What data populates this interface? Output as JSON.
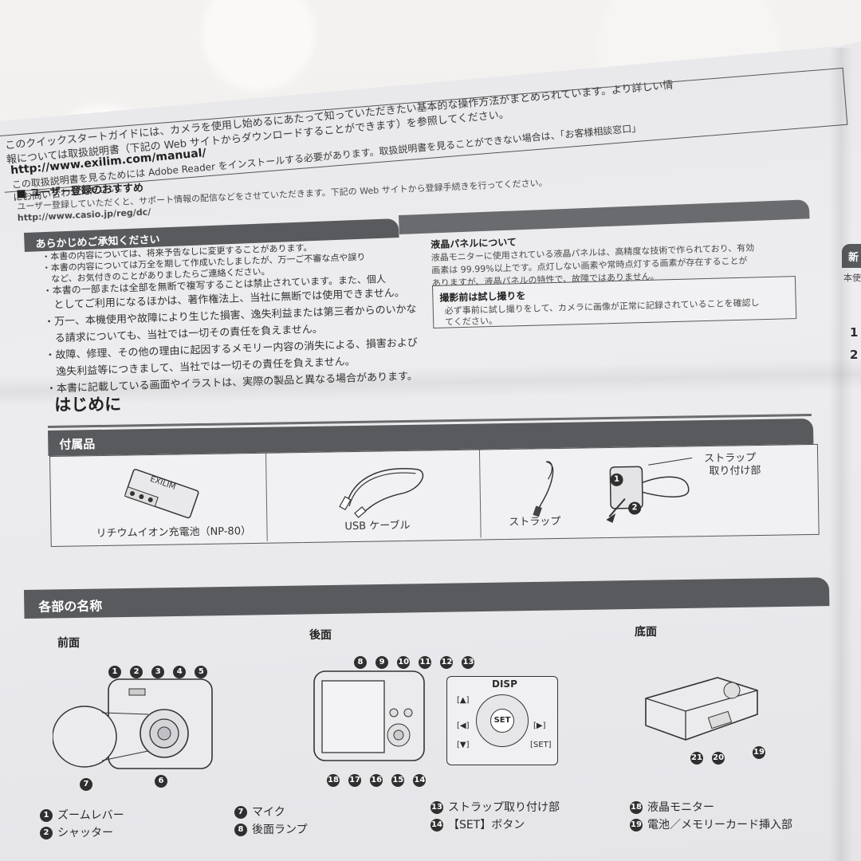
{
  "intro": {
    "line1": "このクイックスタートガイドには、カメラを使用し始めるにあたって知っていただきたい基本的な操作方法がまとめられています。より詳しい情",
    "line2": "報については取扱説明書（下記の Web サイトからダウンロードすることができます）を参照してください。",
    "url": "http://www.exilim.com/manual/",
    "line3": "この取扱説明書を見るためには Adobe Reader をインストールする必要があります。取扱説明書を見ることができない場合は、「お客様相談窓口」",
    "line4": "にお問い合わせください。"
  },
  "registration": {
    "title": "■ ユーザー登録のおすすめ",
    "body": "ユーザー登録していただくと、サポート情報の配信などをさせていただきます。下記の Web サイトから登録手続きを行ってください。",
    "url": "http://www.casio.jp/reg/dc/"
  },
  "notice": {
    "title": "あらかじめご承知ください",
    "items": [
      "・本書の内容については、将来予告なしに変更することがあります。",
      "・本書の内容については万全を期して作成いたしましたが、万一ご不審な点や誤り",
      "　など、お気付きのことがありましたらご連絡ください。",
      "・本書の一部または全部を無断で複写することは禁止されています。また、個人",
      "　としてご利用になるほかは、著作権法上、当社に無断では使用できません。",
      "・万一、本機使用や故障により生じた損害、逸失利益または第三者からのいかな",
      "　る請求についても、当社では一切その責任を負えません。",
      "・故障、修理、その他の理由に起因するメモリー内容の消失による、損害および",
      "　逸失利益等につきまして、当社では一切その責任を負えません。",
      "・本書に記載している画面やイラストは、実際の製品と異なる場合があります。"
    ]
  },
  "lcd": {
    "title": "液晶パネルについて",
    "body1": "液晶モニターに使用されている液晶パネルは、高精度な技術で作られており、有効",
    "body2": "画素は 99.99%以上です。点灯しない画素や常時点灯する画素が存在することが",
    "body3": "ありますが、液晶パネルの特性で、故障ではありません。"
  },
  "trial": {
    "title": "撮影前は試し撮りを",
    "body1": "必ず事前に試し撮りをして、カメラに画像が正常に記録されていることを確認し",
    "body2": "てください。"
  },
  "intro_section": {
    "title": "はじめに"
  },
  "accessories": {
    "title": "付属品",
    "battery": "リチウムイオン充電池（NP-80）",
    "battery_brand": "EXILIM",
    "usb": "USB ケーブル",
    "strap": "ストラップ",
    "strap_attach": "ストラップ",
    "strap_attach2": "取り付け部",
    "step1": "1",
    "step2": "2"
  },
  "parts": {
    "title": "各部の名称",
    "front": "前面",
    "back": "後面",
    "bottom": "底面",
    "disp": "DISP",
    "set": "SET",
    "set_label": "[SET]",
    "up": "[▲]",
    "down": "[▼]",
    "left": "[◀]",
    "right": "[▶]",
    "front_nums": [
      "1",
      "2",
      "3",
      "4",
      "5",
      "6",
      "7"
    ],
    "back_nums": [
      "8",
      "9",
      "10",
      "11",
      "12",
      "13",
      "14",
      "15",
      "16",
      "17",
      "18"
    ],
    "bottom_nums": [
      "19",
      "20",
      "21"
    ],
    "list_col1": [
      {
        "n": "1",
        "t": "ズームレバー"
      },
      {
        "n": "2",
        "t": "シャッター"
      }
    ],
    "list_col2": [
      {
        "n": "7",
        "t": "マイク"
      },
      {
        "n": "8",
        "t": "後面ランプ"
      }
    ],
    "list_col3": [
      {
        "n": "13",
        "t": "ストラップ取り付け部"
      },
      {
        "n": "14",
        "t": "【SET】ボタン"
      }
    ],
    "list_col4": [
      {
        "n": "18",
        "t": "液晶モニター"
      },
      {
        "n": "19",
        "t": "電池／メモリーカード挿入部"
      }
    ]
  },
  "right_page": {
    "frag1": "新",
    "frag2": "本使",
    "frag3": "1",
    "frag4": "2"
  }
}
